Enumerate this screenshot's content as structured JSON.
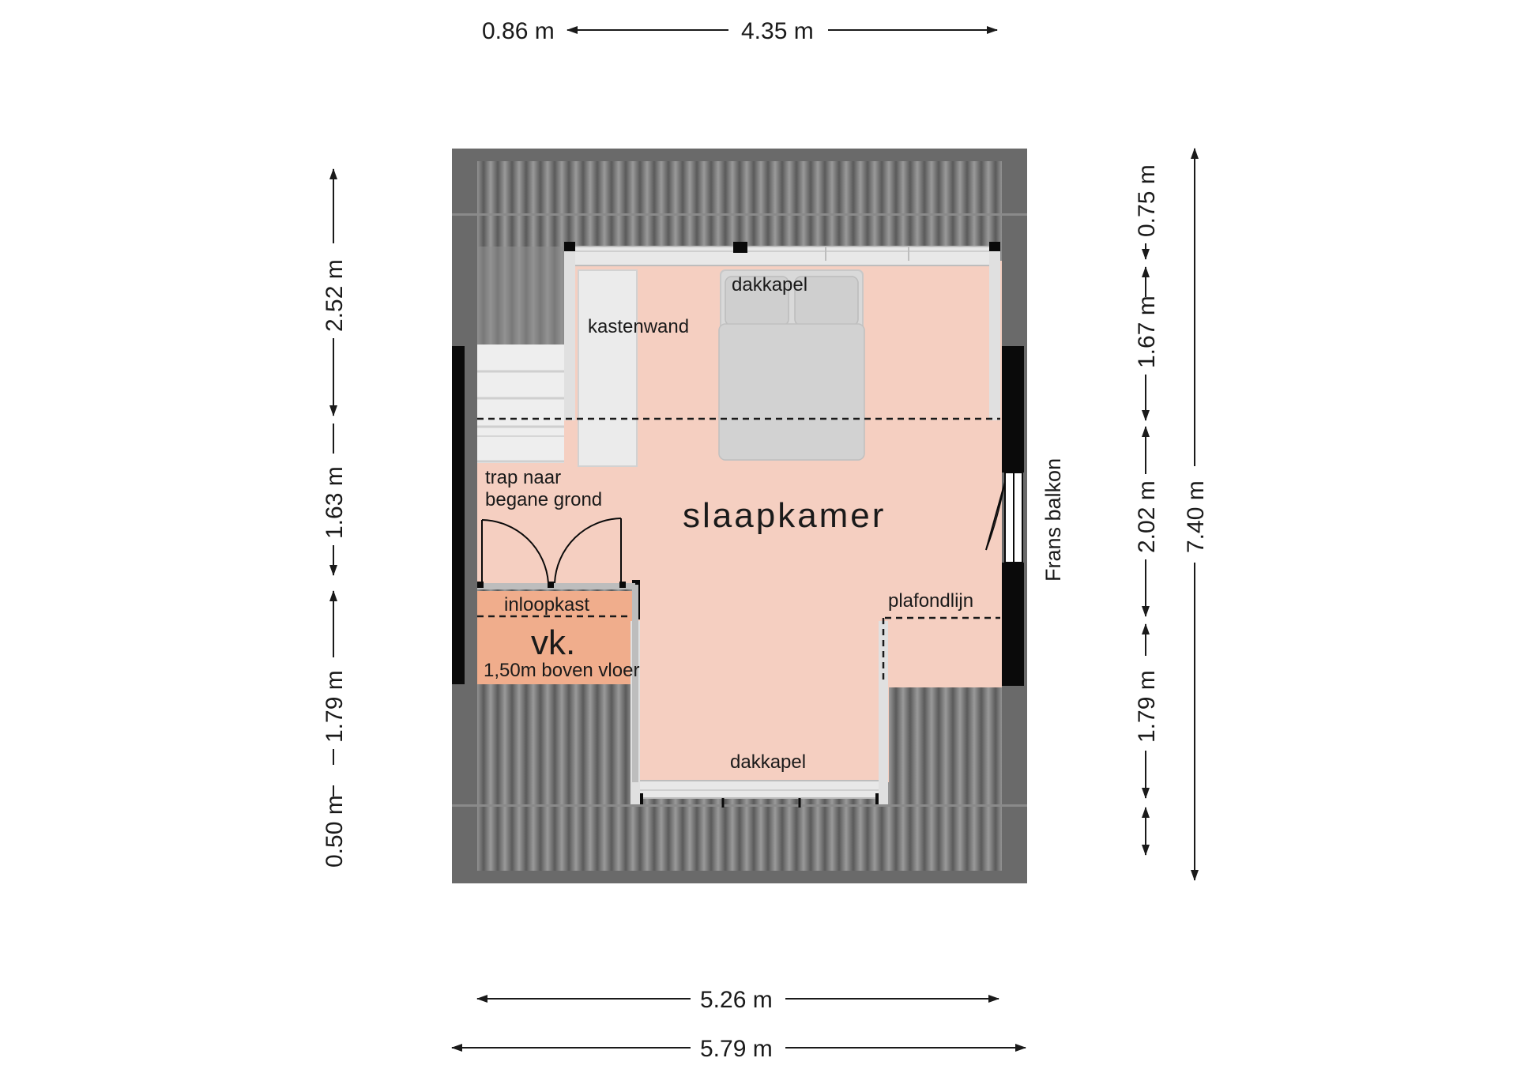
{
  "dimensions": {
    "top_left": "0.86 m",
    "top_main": "4.35 m",
    "bottom_inner": "5.26 m",
    "bottom_outer": "5.79 m",
    "left_1": "2.52 m",
    "left_2": "1.63 m",
    "left_3": "1.79 m",
    "left_4": "0.50 m",
    "right_1": "0.75 m",
    "right_2": "1.67 m",
    "right_3": "2.02 m",
    "right_4": "1.79 m",
    "right_total": "7.40 m"
  },
  "labels": {
    "dakkapel_top": "dakkapel",
    "dakkapel_bottom": "dakkapel",
    "kastenwand": "kastenwand",
    "slaapkamer": "slaapkamer",
    "trap_line1": "trap naar",
    "trap_line2": "begane grond",
    "inloopkast": "inloopkast",
    "vk": "vk.",
    "boven_vloer": "1,50m boven vloer",
    "plafondlijn": "plafondlijn",
    "frans_balkon": "Frans balkon"
  },
  "colors": {
    "roof": "#6d6d6d",
    "floor": "#f5cfc1",
    "floor_vk": "#f0ad8c",
    "wall": "#0a0a0a",
    "furniture": "#d9d9d9"
  }
}
